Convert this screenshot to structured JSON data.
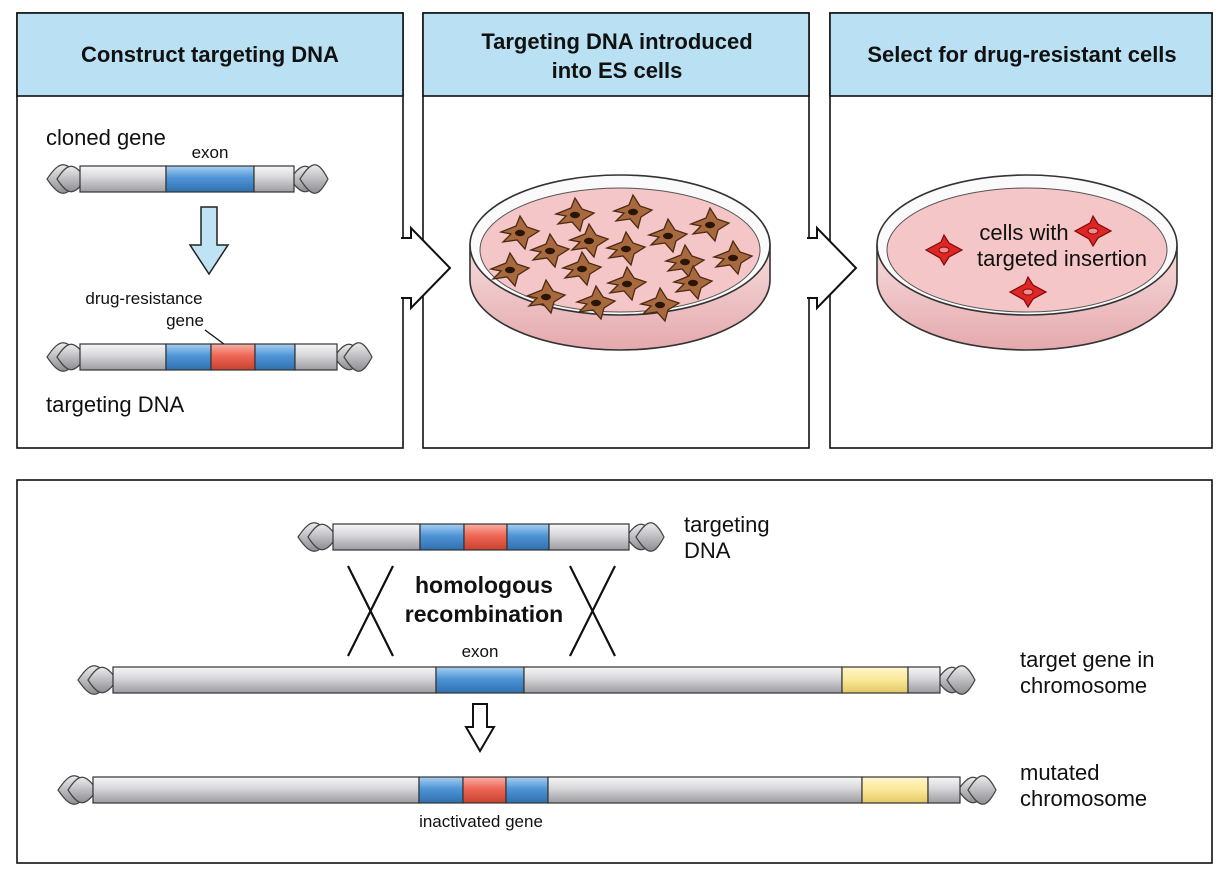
{
  "colors": {
    "header_bg": "#b9e1f3",
    "exon": "#4f95d6",
    "drug_resistance": "#ef6655",
    "yellow_segment": "#fbe898",
    "rod": "#d3d3d6",
    "dish_medium": "#f4c6c8",
    "es_cell": "#a0643d",
    "resistant_cell": "#e02525",
    "arrow_fill": "#bfe3f5"
  },
  "panels": [
    {
      "header": "Construct targeting DNA"
    },
    {
      "header_line1": "Targeting DNA introduced",
      "header_line2": "into ES cells"
    },
    {
      "header": "Select for drug-resistant cells"
    }
  ],
  "panel1": {
    "cloned_gene": "cloned gene",
    "exon": "exon",
    "drug_resistance_line1": "drug-resistance",
    "drug_resistance_line2": "gene",
    "targeting_dna": "targeting DNA"
  },
  "panel3": {
    "cells_line1": "cells with",
    "cells_line2": "targeted insertion"
  },
  "bottom": {
    "targeting_dna_line1": "targeting",
    "targeting_dna_line2": "DNA",
    "homologous_line1": "homologous",
    "homologous_line2": "recombination",
    "exon": "exon",
    "target_gene_line1": "target gene in",
    "target_gene_line2": "chromosome",
    "mutated_line1": "mutated",
    "mutated_line2": "chromosome",
    "inactivated_gene": "inactivated gene"
  }
}
